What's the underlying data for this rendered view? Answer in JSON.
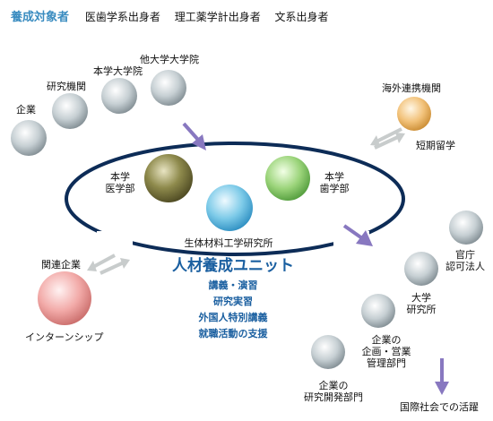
{
  "header": {
    "title": "養成対象者",
    "items": [
      "医歯学系出身者",
      "理工薬学計出身者",
      "文系出身者"
    ]
  },
  "sources": {
    "company": "企業",
    "research_institute": "研究機関",
    "own_grad_school": "本学大学院",
    "other_grad_school": "他大学大学院"
  },
  "overseas": {
    "institutions": "海外連携機関",
    "short_study": "短期留学"
  },
  "unit": {
    "medicine": [
      "本学",
      "医学部"
    ],
    "dentistry": [
      "本学",
      "歯学部"
    ],
    "institute": "生体材料工学研究所",
    "title": "人材養成ユニット",
    "activities": [
      "講義・演習",
      "研究実習",
      "外国人特別講義",
      "就職活動の支援"
    ]
  },
  "related": {
    "related_companies": "関連企業",
    "internship": "インターンシップ"
  },
  "careers": {
    "government": [
      "官庁",
      "認可法人"
    ],
    "university": [
      "大学",
      "研究所"
    ],
    "company_planning": [
      "企業の",
      "企画・営業",
      "管理部門"
    ],
    "company_rd": [
      "企業の",
      "研究開発部門"
    ],
    "global": "国際社会での活躍"
  },
  "colors": {
    "accent_blue": "#1a5fa0",
    "header_blue": "#3a8cc0",
    "arrow_purple": "#8878c0",
    "arrow_gray": "#c8cccc",
    "ellipse_navy": "#0d2c57"
  }
}
